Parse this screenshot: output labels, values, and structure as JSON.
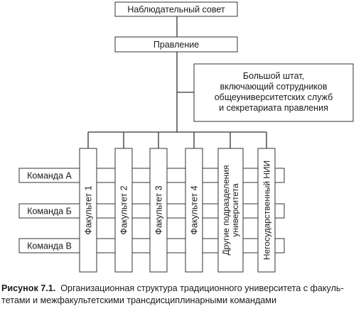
{
  "diagram": {
    "supervisory_board": "Наблюдательный совет",
    "board": "Правление",
    "staff_lines": [
      "Большой штат,",
      "включающий сотрудников",
      "общеуниверситетских служб",
      "и секретариата правления"
    ],
    "teams": [
      "Команда А",
      "Команда Б",
      "Команда В"
    ],
    "faculties": [
      {
        "lines": [
          "Факультет 1"
        ]
      },
      {
        "lines": [
          "Факультет 2"
        ]
      },
      {
        "lines": [
          "Факультет 3"
        ]
      },
      {
        "lines": [
          "Факультет 4"
        ]
      },
      {
        "lines": [
          "Другие подразделения",
          "университета"
        ]
      },
      {
        "lines": [
          "Негосударственный НИИ"
        ]
      }
    ]
  },
  "caption": {
    "label": "Рисунок 7.1.",
    "line1": "Организационная структура традиционного университета с факуль-",
    "line2": "тетами и межфакультетскими трансдисциплинарными командами"
  }
}
